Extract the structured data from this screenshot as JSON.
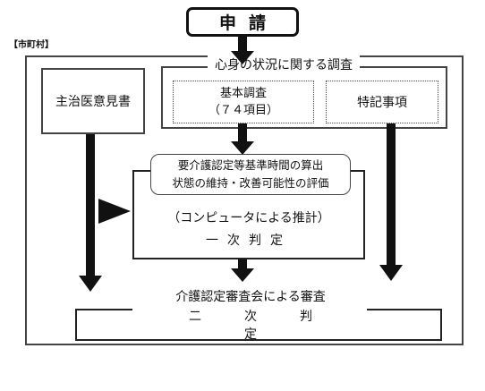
{
  "application": {
    "title": "申請"
  },
  "municipality_label": "【市町村】",
  "shujii": {
    "label": "主治医意見書"
  },
  "chosa": {
    "title": "心身の状況に関する調査",
    "kihon_line1": "基本調査",
    "kihon_line2": "（７４項目）",
    "tokki": "特記事項"
  },
  "ichiji": {
    "label_line1": "要介護認定等基準時間の算出",
    "label_line2": "状態の維持・改善可能性の評価",
    "computer": "（コンピュータによる推計）",
    "title": "一次判定"
  },
  "niji": {
    "title": "介護認定審査会による審査",
    "label": "二次判定"
  }
}
